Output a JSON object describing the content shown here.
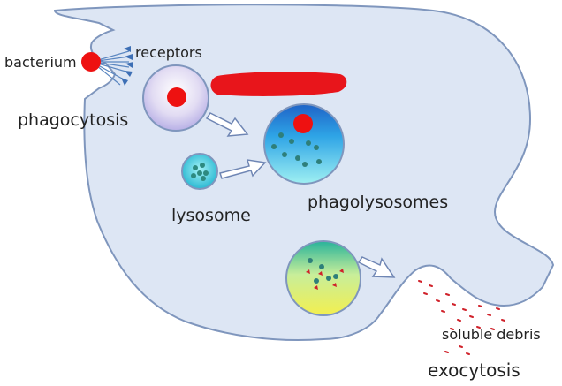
{
  "labels": {
    "bacterium": "bacterium",
    "receptors": "receptors",
    "phagocytosis": "phagocytosis",
    "lysosome": "lysosome",
    "phagolysosomes": "phagolysosomes",
    "soluble_debris": "soluble debris",
    "exocytosis": "exocytosis"
  },
  "colors": {
    "cell_fill": "#dde6f4",
    "cell_stroke": "#7f96bd",
    "bacterium": "#ee1111",
    "redaction": "#e8151b",
    "arrow": "#ffffff",
    "arrow_stroke": "#6f86b4",
    "particles": "#2e8a80"
  },
  "redaction": {
    "visible": true
  }
}
